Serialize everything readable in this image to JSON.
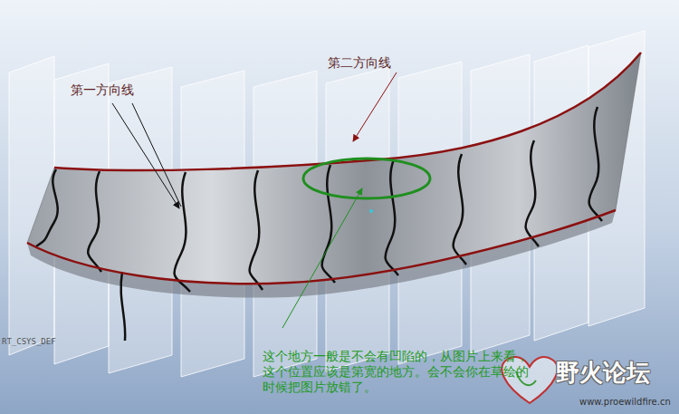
{
  "diagram": {
    "labels": [
      "第一方向线",
      "第二方向线",
      "这个地方一般是不会有凹陷的，从图片上来看， 这个位置应该是第宽的地方。会不会你在草绘的 时候把图片放错了。",
      "RT_CSYS_DEF",
      "野火论坛",
      "www.proewildfire.cn"
    ]
  }
}
